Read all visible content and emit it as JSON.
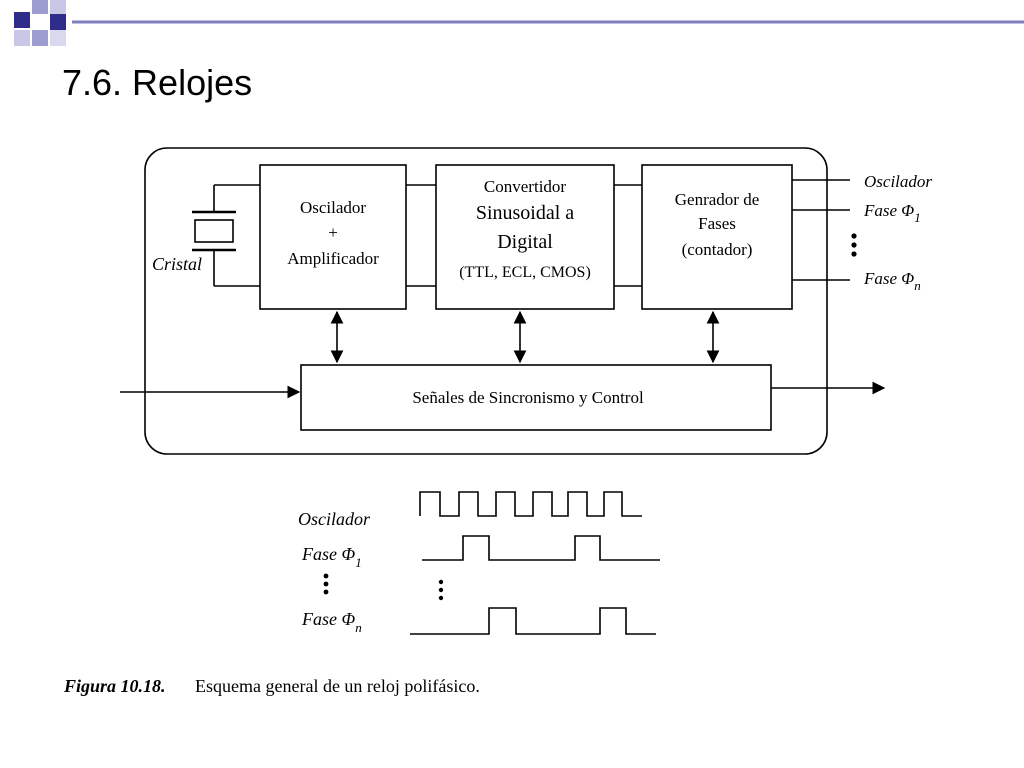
{
  "slide": {
    "title": "7.6. Relojes",
    "accent_color": "#7F7FBF",
    "decoration": "checkered-squares-and-line"
  },
  "diagram": {
    "crystal_label": "Cristal",
    "oscillator_block": {
      "line1": "Oscilador",
      "line2": "+",
      "line3": "Amplificador"
    },
    "converter_block": {
      "line1": "Convertidor",
      "line2": "Sinusoidal a",
      "line3": "Digital",
      "line4": "(TTL, ECL, CMOS)"
    },
    "phase_block": {
      "line1": "Genrador de",
      "line2": "Fases",
      "line3": "(contador)"
    },
    "sync_block": "Señales de Sincronismo y Control",
    "outputs": {
      "oscillator": "Oscilador",
      "phase_1_prefix": "Fase Φ",
      "phase_1_sub": "1",
      "phase_n_prefix": "Fase Φ",
      "phase_n_sub": "n"
    }
  },
  "timing": {
    "oscillator": "Oscilador",
    "phase_1_prefix": "Fase Φ",
    "phase_1_sub": "1",
    "phase_n_prefix": "Fase Φ",
    "phase_n_sub": "n"
  },
  "caption": {
    "label": "Figura 10.18.",
    "text": "Esquema general de un reloj polifásico."
  }
}
